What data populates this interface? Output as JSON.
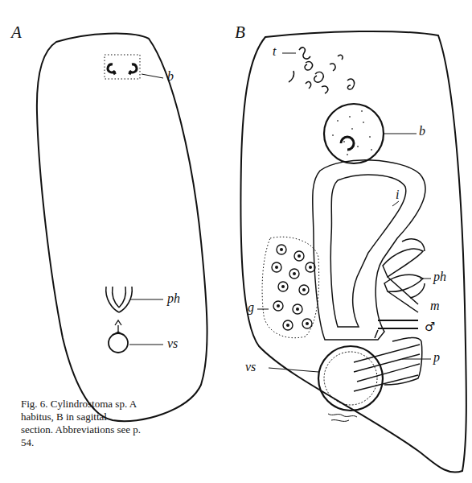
{
  "diagram": {
    "caption": "Fig. 6. Cylindrostoma sp. A habitus, B in sagittal section. Abbreviations see p. 54.",
    "labels": [
      "A",
      "b",
      "ph",
      "vs",
      "B",
      "t",
      "b",
      "i",
      "g",
      "ph",
      "m",
      "♂",
      "p",
      "vs"
    ]
  }
}
